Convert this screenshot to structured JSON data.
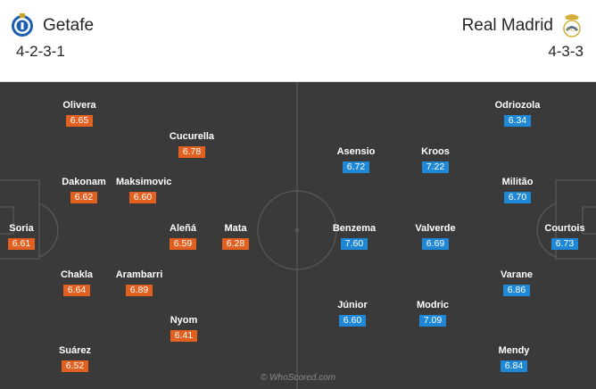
{
  "home": {
    "name": "Getafe",
    "formation": "4-2-3-1",
    "badge_icon": "getafe-crest-icon",
    "rating_color": "#e26020",
    "players": [
      {
        "name": "Olivera",
        "rating": "6.65"
      },
      {
        "name": "Cucurella",
        "rating": "6.78"
      },
      {
        "name": "Dakonam",
        "rating": "6.62"
      },
      {
        "name": "Maksimovic",
        "rating": "6.60"
      },
      {
        "name": "Soria",
        "rating": "6.61"
      },
      {
        "name": "Aleñá",
        "rating": "6.59"
      },
      {
        "name": "Mata",
        "rating": "6.28"
      },
      {
        "name": "Chakla",
        "rating": "6.64"
      },
      {
        "name": "Arambarri",
        "rating": "6.89"
      },
      {
        "name": "Nyom",
        "rating": "6.41"
      },
      {
        "name": "Suárez",
        "rating": "6.52"
      }
    ]
  },
  "away": {
    "name": "Real Madrid",
    "formation": "4-3-3",
    "badge_icon": "real-madrid-crest-icon",
    "rating_color": "#1f88d6",
    "players": [
      {
        "name": "Odriozola",
        "rating": "6.34"
      },
      {
        "name": "Asensio",
        "rating": "6.72"
      },
      {
        "name": "Kroos",
        "rating": "7.22"
      },
      {
        "name": "Militão",
        "rating": "6.70"
      },
      {
        "name": "Benzema",
        "rating": "7.60"
      },
      {
        "name": "Valverde",
        "rating": "6.69"
      },
      {
        "name": "Courtois",
        "rating": "6.73"
      },
      {
        "name": "Varane",
        "rating": "6.86"
      },
      {
        "name": "Júnior",
        "rating": "6.60"
      },
      {
        "name": "Modric",
        "rating": "7.09"
      },
      {
        "name": "Mendy",
        "rating": "6.84"
      }
    ]
  },
  "watermark": "© WhoScored.com"
}
